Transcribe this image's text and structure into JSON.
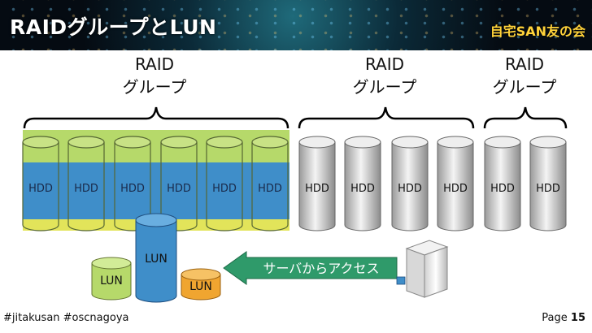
{
  "header": {
    "title": "RAIDグループとLUN",
    "brand": "自宅SAN友の会"
  },
  "raid_groups": [
    {
      "label_line1": "RAID",
      "label_line2": "グループ",
      "disks": [
        "HDD",
        "HDD",
        "HDD",
        "HDD",
        "HDD",
        "HDD"
      ]
    },
    {
      "label_line1": "RAID",
      "label_line2": "グループ",
      "disks": [
        "HDD",
        "HDD",
        "HDD",
        "HDD"
      ]
    },
    {
      "label_line1": "RAID",
      "label_line2": "グループ",
      "disks": [
        "HDD",
        "HDD"
      ]
    }
  ],
  "luns": {
    "lun1": "LUN",
    "lun2": "LUN",
    "lun3": "LUN"
  },
  "access_arrow": {
    "label": "サーバからアクセス"
  },
  "footer": {
    "tags": "#jitakusan #oscnagoya",
    "page_prefix": "Page",
    "page_number": "15"
  },
  "colors": {
    "green": "#b6d96a",
    "blue": "#3f8ec9",
    "yellow": "#e2e45a",
    "gray": "#d9d9d9",
    "orange": "#f0a530",
    "arrow": "#2f9a6a"
  }
}
